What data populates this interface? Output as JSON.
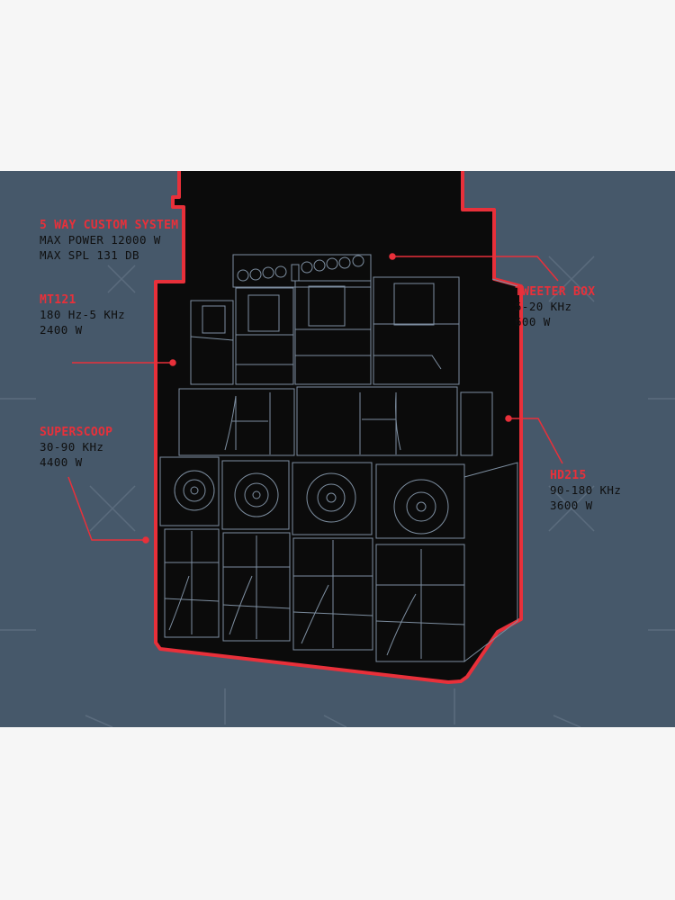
{
  "colors": {
    "background": "#46586a",
    "page": "#f6f6f6",
    "accent": "#e8303a",
    "text": "#0f0f0f",
    "speaker_fill": "#0b0b0b",
    "speaker_line": "#7d8ea0"
  },
  "labels": {
    "system": {
      "title": "5 WAY CUSTOM SYSTEM",
      "line1": "MAX POWER 12000 W",
      "line2": "MAX SPL 131 DB"
    },
    "mt": {
      "title": "MT121",
      "line1": "180 Hz-5 KHz",
      "line2": "2400 W"
    },
    "scoop": {
      "title": "SUPERSCOOP",
      "line1": "30-90 KHz",
      "line2": "4400 W"
    },
    "tweeter": {
      "title": "TWEETER BOX",
      "line1": "5-20 KHz",
      "line2": "600 W"
    },
    "hd": {
      "title": "HD215",
      "line1": "90-180 KHz",
      "line2": "3600 W"
    }
  }
}
